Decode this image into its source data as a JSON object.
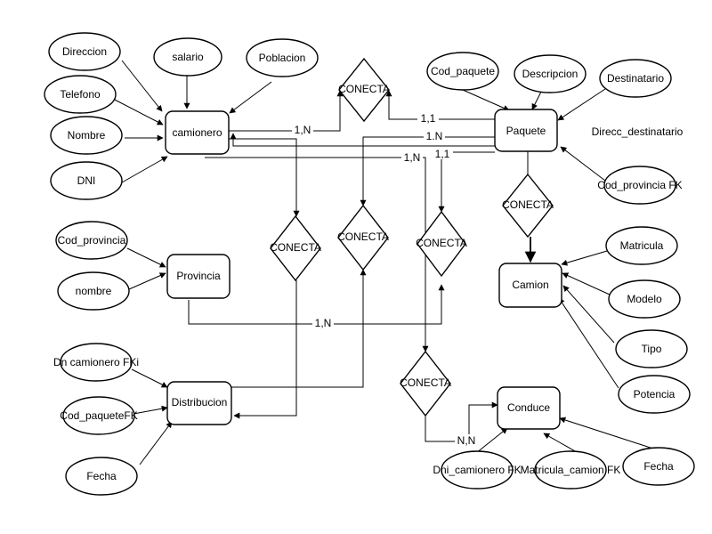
{
  "entities": [
    {
      "id": "camionero",
      "label": "camionero"
    },
    {
      "id": "paquete",
      "label": "Paquete"
    },
    {
      "id": "provincia",
      "label": "Provincia"
    },
    {
      "id": "camion",
      "label": "Camion"
    },
    {
      "id": "distribucion",
      "label": "Distribucion"
    },
    {
      "id": "conduce",
      "label": "Conduce"
    }
  ],
  "attributes": [
    {
      "id": "direccion",
      "label": "Direccion"
    },
    {
      "id": "salario",
      "label": "salario"
    },
    {
      "id": "poblacion",
      "label": "Poblacion"
    },
    {
      "id": "telefono",
      "label": "Telefono"
    },
    {
      "id": "nombre",
      "label": "Nombre"
    },
    {
      "id": "dni",
      "label": "DNI"
    },
    {
      "id": "cod_paquete",
      "label": "Cod_paquete"
    },
    {
      "id": "descripcion",
      "label": "Descripcion"
    },
    {
      "id": "destinatario",
      "label": "Destinatario"
    },
    {
      "id": "direcc_destinatario",
      "label": "Direcc_destinatario"
    },
    {
      "id": "cod_provincia_fk",
      "label": "Cod_provincia FK"
    },
    {
      "id": "cod_provincia",
      "label": "Cod_provincia"
    },
    {
      "id": "nombre_prov",
      "label": "nombre"
    },
    {
      "id": "matricula",
      "label": "Matricula"
    },
    {
      "id": "modelo",
      "label": "Modelo"
    },
    {
      "id": "tipo",
      "label": "Tipo"
    },
    {
      "id": "potencia",
      "label": "Potencia"
    },
    {
      "id": "dn_camionero_fk",
      "label": "Dn camionero FKi"
    },
    {
      "id": "cod_paquete_fk",
      "label": "Cod_paqueteFK"
    },
    {
      "id": "fecha_dist",
      "label": "Fecha"
    },
    {
      "id": "dni_camionero_fk",
      "label": "Dni_camionero FK"
    },
    {
      "id": "matricula_camion_fk",
      "label": "Matricula_camion FK"
    },
    {
      "id": "fecha_conduce",
      "label": "Fecha"
    }
  ],
  "relationships": [
    {
      "id": "rel_top",
      "label": "CONECTA"
    },
    {
      "id": "rel_paq_cam",
      "label": "CONECTA"
    },
    {
      "id": "rel_mid_left",
      "label": "CONECTA"
    },
    {
      "id": "rel_mid_center",
      "label": "CONECTA"
    },
    {
      "id": "rel_mid_right",
      "label": "CONECTA"
    },
    {
      "id": "rel_bottom",
      "label": "CONECTA"
    }
  ],
  "cardinalities": [
    {
      "id": "card_1n_top",
      "label": "1,N"
    },
    {
      "id": "card_11_top",
      "label": "1,1"
    },
    {
      "id": "card_1n_paq",
      "label": "1.N"
    },
    {
      "id": "card_1n_mid",
      "label": "1,N"
    },
    {
      "id": "card_11_mid",
      "label": "1,1"
    },
    {
      "id": "card_1n_prov",
      "label": "1,N"
    },
    {
      "id": "card_nn",
      "label": "N,N"
    }
  ]
}
